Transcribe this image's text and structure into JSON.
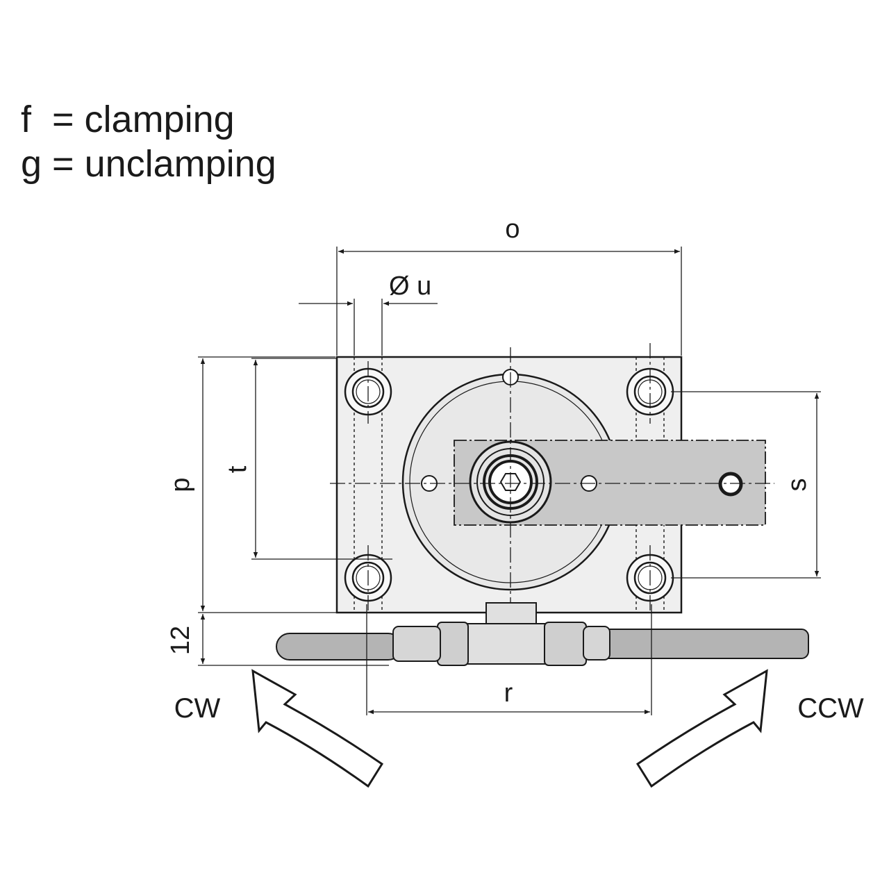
{
  "legend": {
    "line1": "f  = clamping",
    "line2": "g = unclamping"
  },
  "dimensions": {
    "o": "o",
    "u": "Ø u",
    "p": "p",
    "t": "t",
    "s": "s",
    "r": "r",
    "height": "12"
  },
  "rotation": {
    "cw": "CW",
    "ccw": "CCW"
  },
  "colors": {
    "line": "#1a1a1a",
    "plate_fill": "#efefef",
    "lever_fill": "#c8c8c8",
    "hose_fill": "#b4b4b4"
  }
}
